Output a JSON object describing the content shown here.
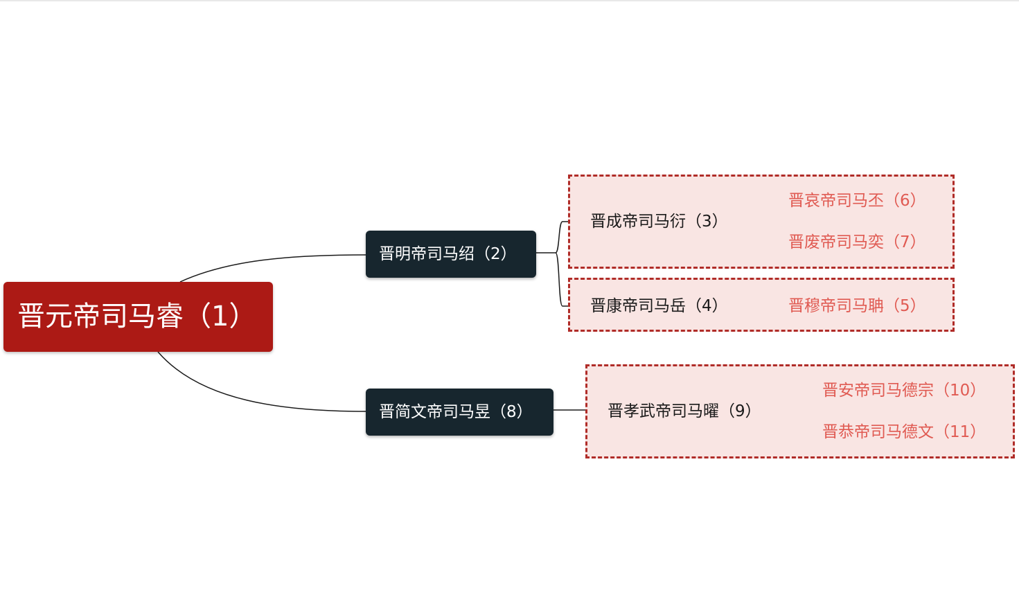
{
  "mindmap": {
    "root": {
      "label": "晋元帝司马睿（1）"
    },
    "branches": [
      {
        "label": "晋明帝司马绍（2）",
        "children": [
          {
            "label": "晋成帝司马衍（3）",
            "children": [
              "晋哀帝司马丕（6）",
              "晋废帝司马奕（7）"
            ]
          },
          {
            "label": "晋康帝司马岳（4）",
            "children": [
              "晋穆帝司马聃（5）"
            ]
          }
        ]
      },
      {
        "label": "晋简文帝司马昱（8）",
        "children": [
          {
            "label": "晋孝武帝司马曜（9）",
            "children": [
              "晋安帝司马德宗（10）",
              "晋恭帝司马德文（11）"
            ]
          }
        ]
      }
    ]
  },
  "colors": {
    "root_fill": "#ac1a15",
    "branch_fill": "#17262e",
    "group_border": "#b02c28",
    "group_fill": "#f9e5e3",
    "leaf_text": "#e05a52"
  }
}
